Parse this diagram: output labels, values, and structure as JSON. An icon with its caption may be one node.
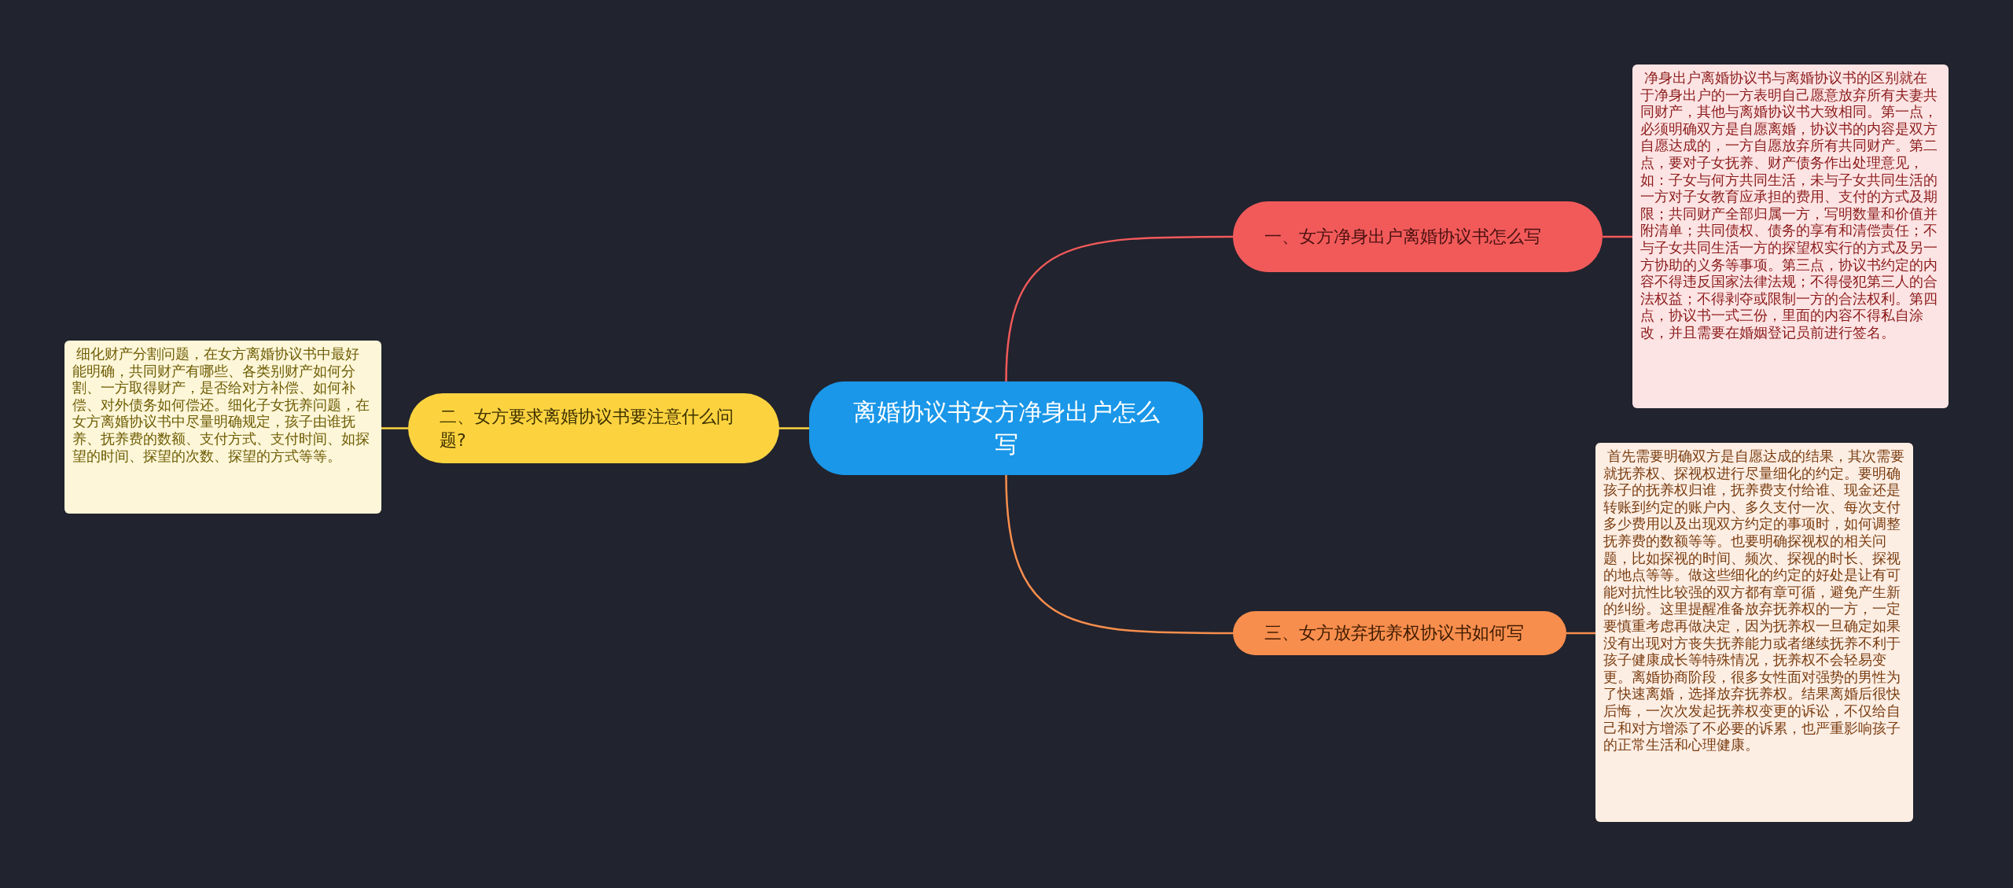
{
  "diagram": {
    "nodes": [
      {
        "text": [
          "离婚协议书女方净身出户怎么写"
        ]
      },
      {
        "text": [
          "一、女方净身出户离婚协议书怎么写"
        ]
      },
      {
        "text": [
          "净身出户离婚协议书与离婚协议书的区别就在于净身出户的一方表明自己愿意放弃所有夫妻共同财产，其他与离婚协议书大致相同。第一点，必须明确双方是自愿离婚，协议书的内容是双方自愿达成的，一方自愿放弃所有共同财产。第二点，要对子女抚养、财产债务作出处理意见，如：子女与何方共同生活，未与子女共同生活的一方对子女教育应承担的费用、支付的方式及期限；共同财产全部归属一方，写明数量和价值并附清单；共同债权、债务的享有和清偿责任；不与子女共同生活一方的探望权实行的方式及另一方协助的义务等事项。第三点，协议书约定的内容不得违反国家法律法规；不得侵犯第三人的合法权益；不得剥夺或限制一方的合法权利。第四点，协议书一式三份，里面的内容不得私自涂改，并且需要在婚姻登记员前进行签名。"
        ]
      },
      {
        "text": [
          "二、女方要求离婚协议书要注意什么问题?"
        ]
      },
      {
        "text": [
          "细化财产分割问题，在女方离婚协议书中最好能明确，共同财产有哪些、各类别财产如何分割、一方取得财产，是否给对方补偿、如何补偿、对外债务如何偿还。细化子女抚养问题，在女方离婚协议书中尽量明确规定，孩子由谁抚养、抚养费的数额、支付方式、支付时间、如探望的时间、探望的次数、探望的方式等等。"
        ]
      },
      {
        "text": [
          "三、女方放弃抚养权协议书如何写"
        ]
      },
      {
        "text": [
          "首先需要明确双方是自愿达成的结果，其次需要就抚养权、探视权进行尽量细化的约定。要明确孩子的抚养权归谁，抚养费支付给谁、现金还是转账到约定的账户内、多久支付一次、每次支付多少费用以及出现双方约定的事项时，如何调整抚养费的数额等等。也要明确探视权的相关问题，比如探视的时间、频次、探视的时长、探视的地点等等。做这些细化的约定的好处是让有可能对抗性比较强的双方都有章可循，避免产生新的纠纷。这里提醒准备放弃抚养权的一方，一定要慎重考虑再做决定，因为抚养权一旦确定如果没有出现对方丧失抚养能力或者继续抚养不利于孩子健康成长等特殊情况，抚养权不会轻易变更。离婚协商阶段，很多女性面对强势的男性为了快速离婚，选择放弃抚养权。结果离婚后很快后悔，一次次发起抚养权变更的诉讼，不仅给自己和对方增添了不必要的诉累，也严重影响孩子的正常生活和心理健康。"
        ]
      }
    ],
    "edges": [
      {
        "from": 0,
        "to": 1,
        "arrow": "none",
        "color": "#f25a5a"
      },
      {
        "from": 1,
        "to": 2,
        "arrow": "none",
        "color": "#f25a5a"
      },
      {
        "from": 0,
        "to": 3,
        "arrow": "none",
        "color": "#fcd33f"
      },
      {
        "from": 3,
        "to": 4,
        "arrow": "none",
        "color": "#fcd33f"
      },
      {
        "from": 0,
        "to": 5,
        "arrow": "none",
        "color": "#f88e4d"
      },
      {
        "from": 5,
        "to": 6,
        "arrow": "none",
        "color": "#f88e4d"
      }
    ]
  }
}
